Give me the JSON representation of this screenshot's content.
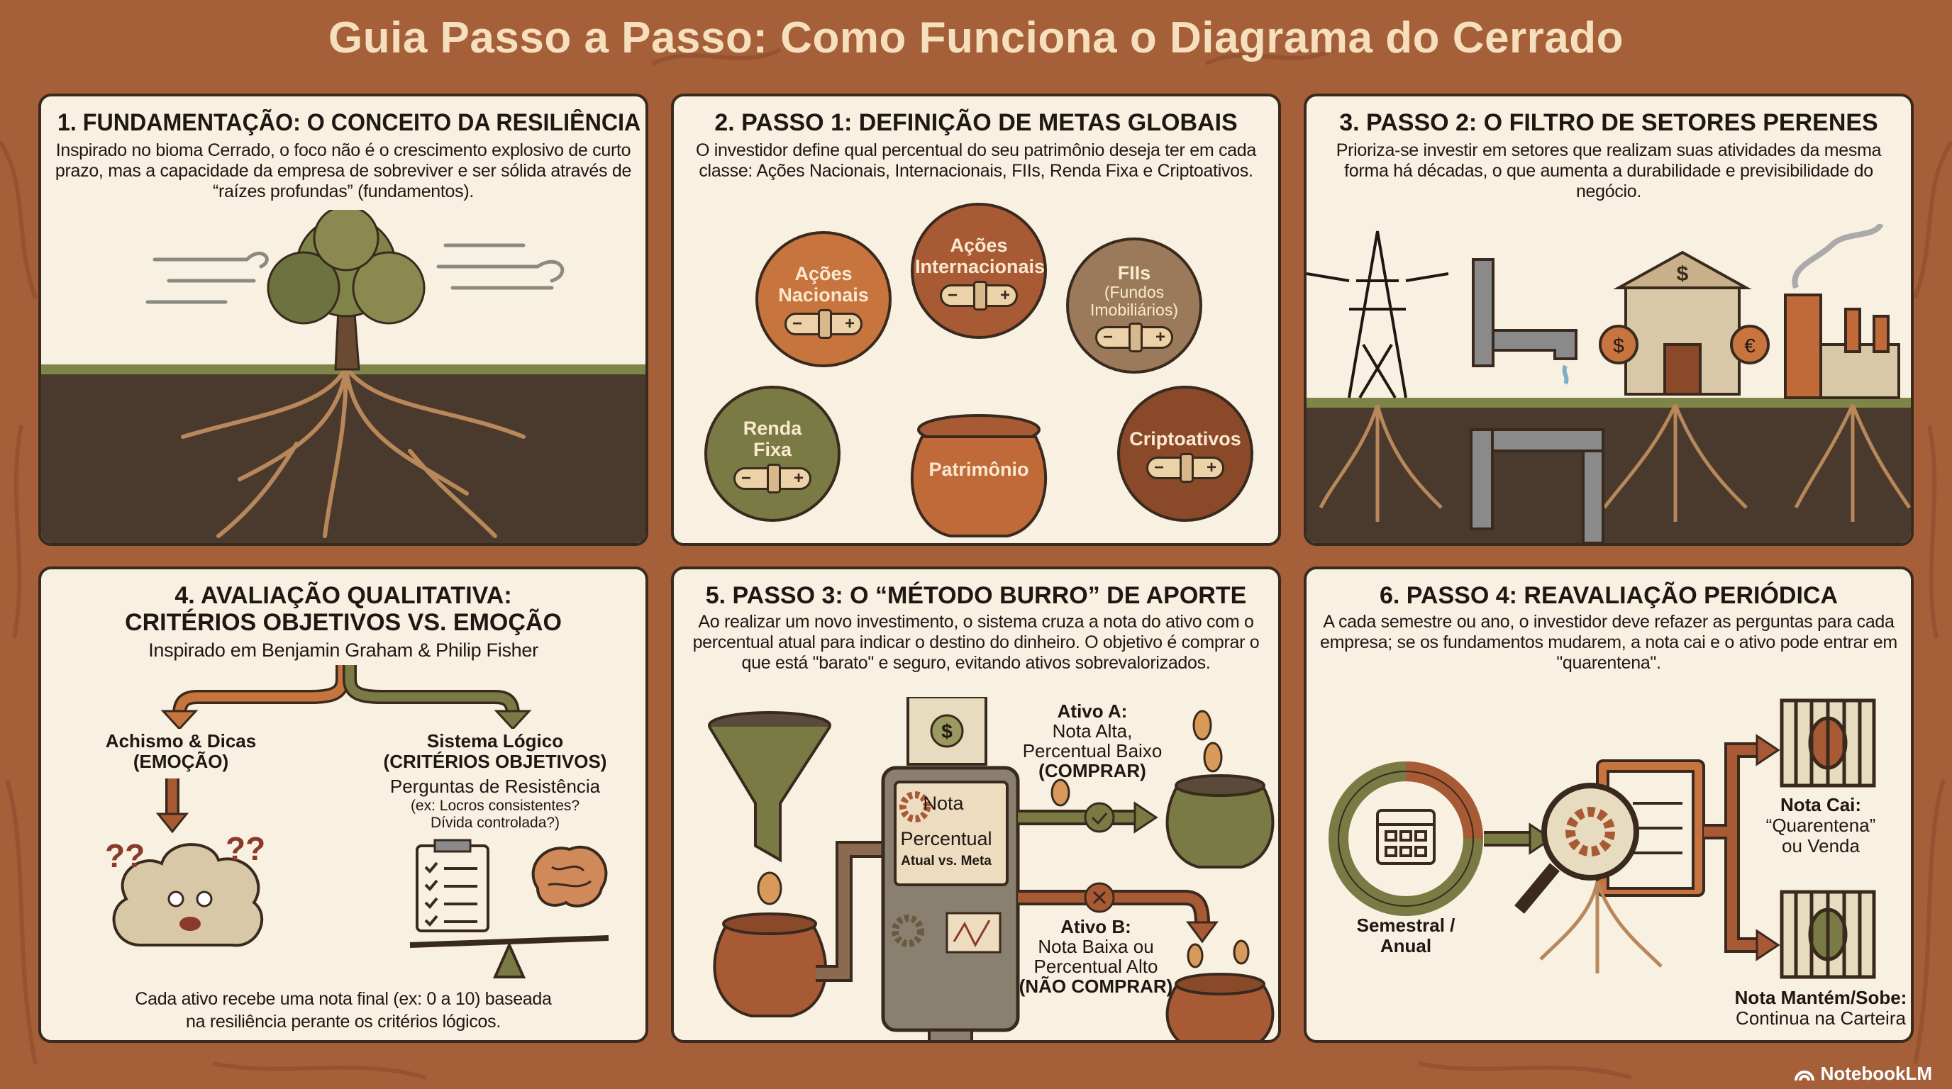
{
  "title": "Guia Passo a Passo: Como Funciona o Diagrama do Cerrado",
  "colors": {
    "background": "#a5603a",
    "panel": "#f8f0e1",
    "border": "#3a2a1e",
    "orange": "#c8743f",
    "olive": "#7a7a45",
    "brown": "#8a4a2a",
    "soil": "#4a3a2e",
    "title": "#f6dfbd"
  },
  "panel1": {
    "title": "1. FUNDAMENTAÇÃO: O CONCEITO DA RESILIÊNCIA",
    "desc": "Inspirado no bioma Cerrado, o foco não é o crescimento explosivo de curto prazo, mas a capacidade da empresa de sobreviver e ser sólida através de “raízes profundas” (fundamentos)."
  },
  "panel2": {
    "title": "2. PASSO 1: DEFINIÇÃO DE METAS GLOBAIS",
    "desc": "O investidor define qual percentual do seu patrimônio deseja ter em cada classe: Ações Nacionais, Internacionais, FIIs, Renda Fixa e Criptoativos.",
    "classes": [
      {
        "label": "Ações Nacionais",
        "sub": ""
      },
      {
        "label": "Ações Internacionais",
        "sub": ""
      },
      {
        "label": "FIIs",
        "sub": "(Fundos Imobiliários)"
      },
      {
        "label": "Renda Fixa",
        "sub": ""
      },
      {
        "label": "Criptoativos",
        "sub": ""
      }
    ],
    "pot_label": "Patrimônio",
    "slider_minus": "−",
    "slider_plus": "+"
  },
  "panel3": {
    "title": "3. PASSO 2: O FILTRO DE SETORES PERENES",
    "desc": "Prioriza-se investir em setores que realizam suas atividades da mesma forma há décadas, o que aumenta a durabilidade e previsibilidade do negócio.",
    "bank_symbol": "$",
    "coin_left": "$",
    "coin_right": "€"
  },
  "panel4": {
    "title_line1": "4. AVALIAÇÃO QUALITATIVA:",
    "title_line2": "CRITÉRIOS OBJETIVOS VS. EMOÇÃO",
    "subtitle": "Inspirado em Benjamin Graham & Philip Fisher",
    "left_label_1": "Achismo & Dicas",
    "left_label_2": "(EMOÇÃO)",
    "right_label_1": "Sistema Lógico",
    "right_label_2": "(CRITÉRIOS OBJETIVOS)",
    "questions_title": "Perguntas de Resistência",
    "questions_1": "(ex: Locros consistentes?",
    "questions_2": "Dívida controlada?)",
    "question_marks": "??",
    "footer_1": "Cada ativo recebe uma nota final (ex: 0 a 10) baseada",
    "footer_2": "na resiliência perante os critérios lógicos."
  },
  "panel5": {
    "title": "5. PASSO 3: O “MÉTODO BURRO” DE APORTE",
    "desc": "Ao realizar um novo investimento, o sistema cruza a nota do ativo com o percentual atual para indicar o destino do dinheiro. O objetivo é comprar o que está \"barato\" e seguro, evitando ativos sobrevalorizados.",
    "machine_nota": "Nota",
    "machine_percentual": "Percentual",
    "machine_atual_meta": "Atual vs. Meta",
    "bill_symbol": "$",
    "ativo_a": {
      "title": "Ativo A:",
      "line1": "Nota Alta,",
      "line2": "Percentual Baixo",
      "action": "(COMPRAR)"
    },
    "ativo_b": {
      "title": "Ativo B:",
      "line1": "Nota Baixa ou",
      "line2": "Percentual Alto",
      "action": "(NÃO COMPRAR)"
    }
  },
  "panel6": {
    "title": "6. PASSO 4: REAVALIAÇÃO PERIÓDICA",
    "desc": "A cada semestre ou ano, o investidor deve refazer as perguntas para cada empresa; se os fundamentos mudarem, a nota cai e o ativo pode entrar em \"quarentena\".",
    "cycle_label_1": "Semestral /",
    "cycle_label_2": "Anual",
    "down_title": "Nota Cai:",
    "down_line1": "“Quarentena”",
    "down_line2": "ou Venda",
    "up_title": "Nota Mantém/Sobe:",
    "up_line1": "Continua na Carteira"
  },
  "brand": "NotebookLM"
}
